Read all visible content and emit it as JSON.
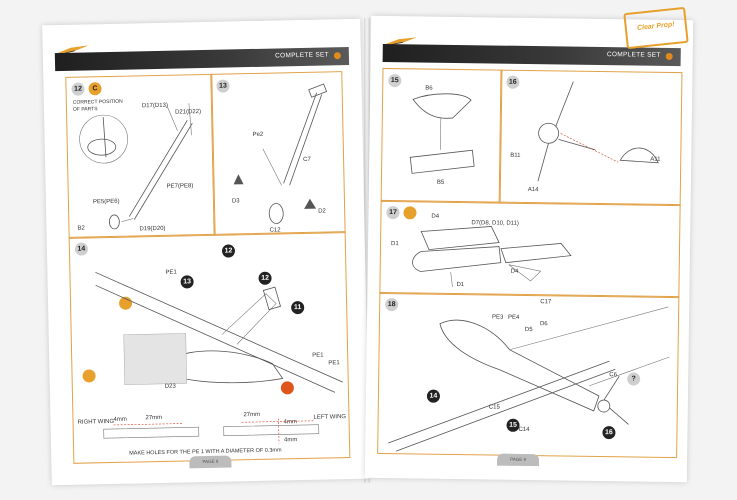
{
  "left_page": {
    "header": "COMPLETE SET",
    "footer": "PAGE 8",
    "step12": {
      "num": "12",
      "inset": [
        "CORRECT POSITION",
        "OF PARTS"
      ],
      "parts": [
        "D17(D13)",
        "D21(D22)",
        "PE7(PE8)",
        "PE5(PE6)",
        "D19(D20)",
        "B2"
      ]
    },
    "step13": {
      "num": "13",
      "parts": [
        "Pe2",
        "C7",
        "D3",
        "D2",
        "C12"
      ]
    },
    "step14": {
      "num": "14",
      "parts": [
        "PE1",
        "D23",
        "PE1",
        "PE1"
      ],
      "refs": [
        "13",
        "12",
        "12",
        "11"
      ],
      "right_wing": "RIGHT WING",
      "left_wing": "LEFT WING",
      "dims_right": [
        "4mm",
        "27mm"
      ],
      "dims_left": [
        "27mm",
        "4mm",
        "4mm"
      ],
      "note": "MAKE HOLES FOR THE PE 1 WITH A DIAMETER OF 0.3mm"
    }
  },
  "right_page": {
    "header": "COMPLETE SET",
    "footer": "PAGE 9",
    "stamp": "Clear Prop!",
    "step15": {
      "num": "15",
      "parts": [
        "B6",
        "B5"
      ]
    },
    "step16": {
      "num": "16",
      "parts": [
        "B11",
        "A14",
        "A11"
      ]
    },
    "step17": {
      "num": "17",
      "parts": [
        "D4",
        "D7(D8, D10, D11)",
        "D1",
        "D4",
        "D1"
      ]
    },
    "step18": {
      "num": "18",
      "parts": [
        "C17",
        "PE3",
        "PE4",
        "D5",
        "D6",
        "C6",
        "C15",
        "C14"
      ],
      "refs": [
        "14",
        "15",
        "16"
      ]
    }
  },
  "colors": {
    "accent": "#e2a24a",
    "band": "#2a2a2a",
    "marker": "#e8a02c"
  }
}
